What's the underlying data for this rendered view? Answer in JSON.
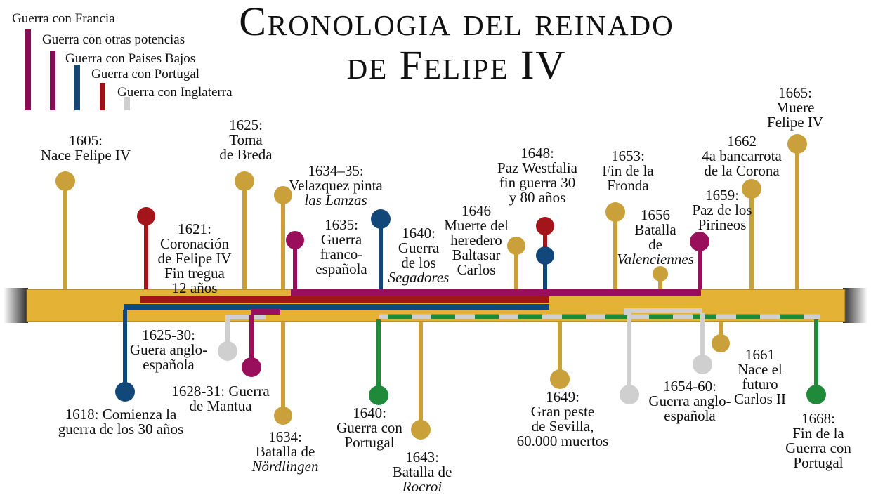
{
  "title": {
    "line1": "Cronologia del reinado",
    "line2": "de Felipe IV"
  },
  "legend": [
    {
      "label": "Guerra con Francia",
      "color": "#8b0a55"
    },
    {
      "label": "Guerra con otras potencias",
      "color": "#8b0a55"
    },
    {
      "label": "Guerra con Paises Bajos",
      "color": "#12477a"
    },
    {
      "label": "Guerra con Portugal",
      "color": "#9c1015"
    },
    {
      "label": "Guerra con Inglaterra",
      "color": "#1f8b3a"
    },
    {
      "label": "",
      "color": "#cfcfcf"
    }
  ],
  "colors": {
    "timeline": "#e4b335",
    "gold": "#c9a03a",
    "purple": "#9a0f5c",
    "blue": "#12477a",
    "red": "#a3141b",
    "green": "#1f8b3a",
    "grey": "#cfcfcf"
  },
  "events": [
    {
      "id": "e1605",
      "lines": [
        "1605:",
        "Nace Felipe IV"
      ]
    },
    {
      "id": "e1625a",
      "lines": [
        "1625:",
        "Toma",
        "de Breda"
      ]
    },
    {
      "id": "e1621",
      "lines": [
        "1621:",
        "Coronación",
        "de Felipe IV",
        "Fin tregua",
        "12 años"
      ]
    },
    {
      "id": "e1634b",
      "lines": [
        "1634–35:",
        "Velazquez pinta"
      ],
      "italic": "las Lanzas"
    },
    {
      "id": "e1635",
      "lines": [
        "1635:",
        "Guerra",
        "franco-",
        "española"
      ]
    },
    {
      "id": "e1640a",
      "lines": [
        "1640:",
        "Guerra",
        "de los"
      ],
      "italic": "Segadores"
    },
    {
      "id": "e1646",
      "lines": [
        "1646",
        "Muerte del",
        "heredero",
        "Baltasar",
        "Carlos"
      ]
    },
    {
      "id": "e1648",
      "lines": [
        "1648:",
        "Paz Westfalia",
        "fin guerra 30",
        "y 80 años"
      ]
    },
    {
      "id": "e1653",
      "lines": [
        "1653:",
        "Fin de la",
        "Fronda"
      ]
    },
    {
      "id": "e1656",
      "lines": [
        "1656",
        "Batalla",
        "de"
      ],
      "italic": "Valenciennes"
    },
    {
      "id": "e1659",
      "lines": [
        "1659:",
        "Paz de los",
        "Pirineos"
      ]
    },
    {
      "id": "e1662",
      "lines": [
        "1662",
        "4a bancarrota",
        "de la Corona"
      ]
    },
    {
      "id": "e1665",
      "lines": [
        "1665:",
        "Muere",
        "Felipe IV"
      ]
    },
    {
      "id": "e1618",
      "lines": [
        "1618: Comienza la",
        "guerra de los 30 años"
      ]
    },
    {
      "id": "e1625b",
      "lines": [
        "1625-30:",
        "Guera anglo-",
        "española"
      ]
    },
    {
      "id": "e1628",
      "lines": [
        "1628-31: Guerra",
        "de Mantua"
      ]
    },
    {
      "id": "e1634a",
      "lines": [
        "1634:",
        "Batalla de"
      ],
      "italic": "Nördlingen"
    },
    {
      "id": "e1640b",
      "lines": [
        "1640:",
        "Guerra con",
        "Portugal"
      ]
    },
    {
      "id": "e1643",
      "lines": [
        "1643:",
        "Batalla de"
      ],
      "italic": "Rocroi"
    },
    {
      "id": "e1649",
      "lines": [
        "1649:",
        "Gran peste",
        "de Sevilla,",
        "60.000 muertos"
      ]
    },
    {
      "id": "e1654",
      "lines": [
        "1654-60:",
        "Guerra anglo-",
        "española"
      ]
    },
    {
      "id": "e1661",
      "lines": [
        "1661",
        "Nace el",
        "futuro",
        "Carlos II"
      ]
    },
    {
      "id": "e1668",
      "lines": [
        "1668:",
        "Fin de la",
        "Guerra con",
        "Portugal"
      ]
    }
  ]
}
